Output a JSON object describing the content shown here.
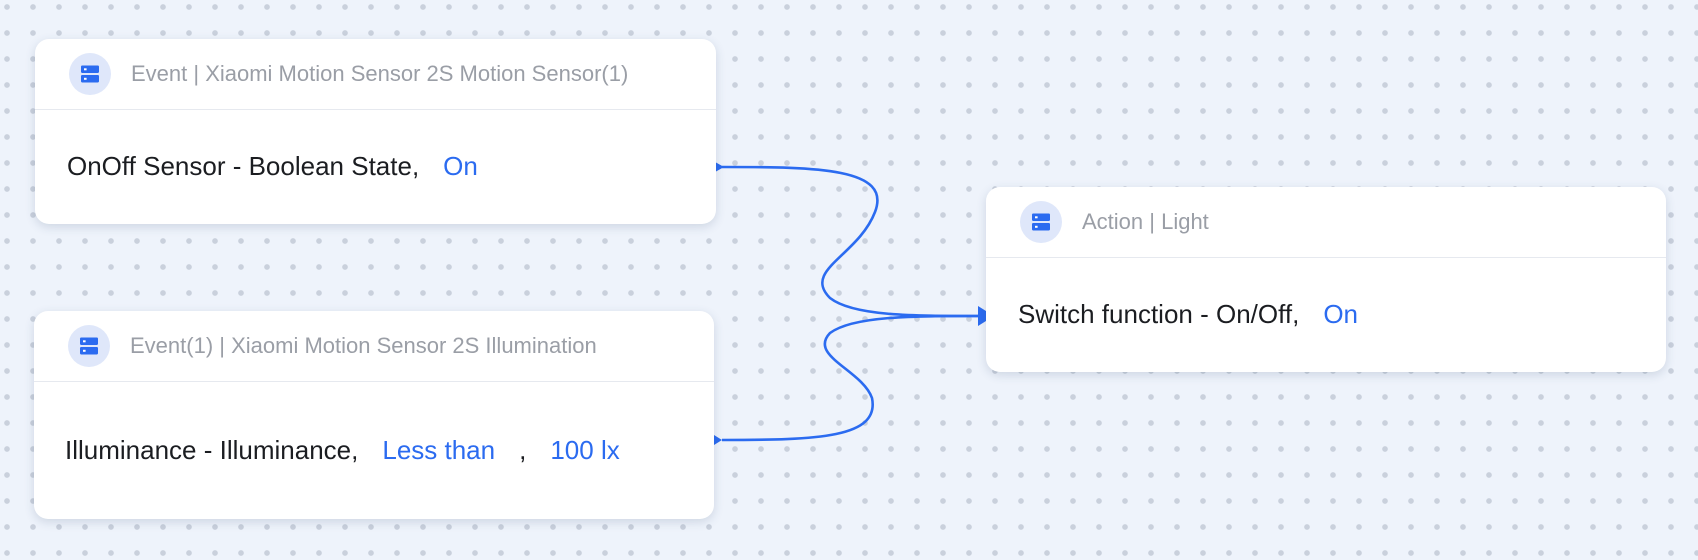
{
  "nodes": {
    "event_motion": {
      "title": "Event | Xiaomi Motion Sensor 2S Motion Sensor(1)",
      "icon": "device-icon",
      "condition_label": "OnOff Sensor - Boolean State,",
      "condition_value": "On"
    },
    "event_illumination": {
      "title": "Event(1) | Xiaomi Motion Sensor 2S Illumination",
      "icon": "device-icon",
      "condition_label": "Illuminance - Illuminance,",
      "operator": "Less than",
      "separator": ",",
      "threshold": "100 lx"
    },
    "action_light": {
      "title": "Action | Light",
      "icon": "device-icon",
      "action_label": "Switch function - On/Off,",
      "action_value": "On"
    }
  },
  "colors": {
    "accent": "#2b6bf0",
    "background": "#eef3fb",
    "dot": "#c9d0dc",
    "card": "#ffffff",
    "title_text": "#9a9ea6",
    "body_text": "#1b1d21",
    "icon_bg": "#dfe7fa"
  }
}
